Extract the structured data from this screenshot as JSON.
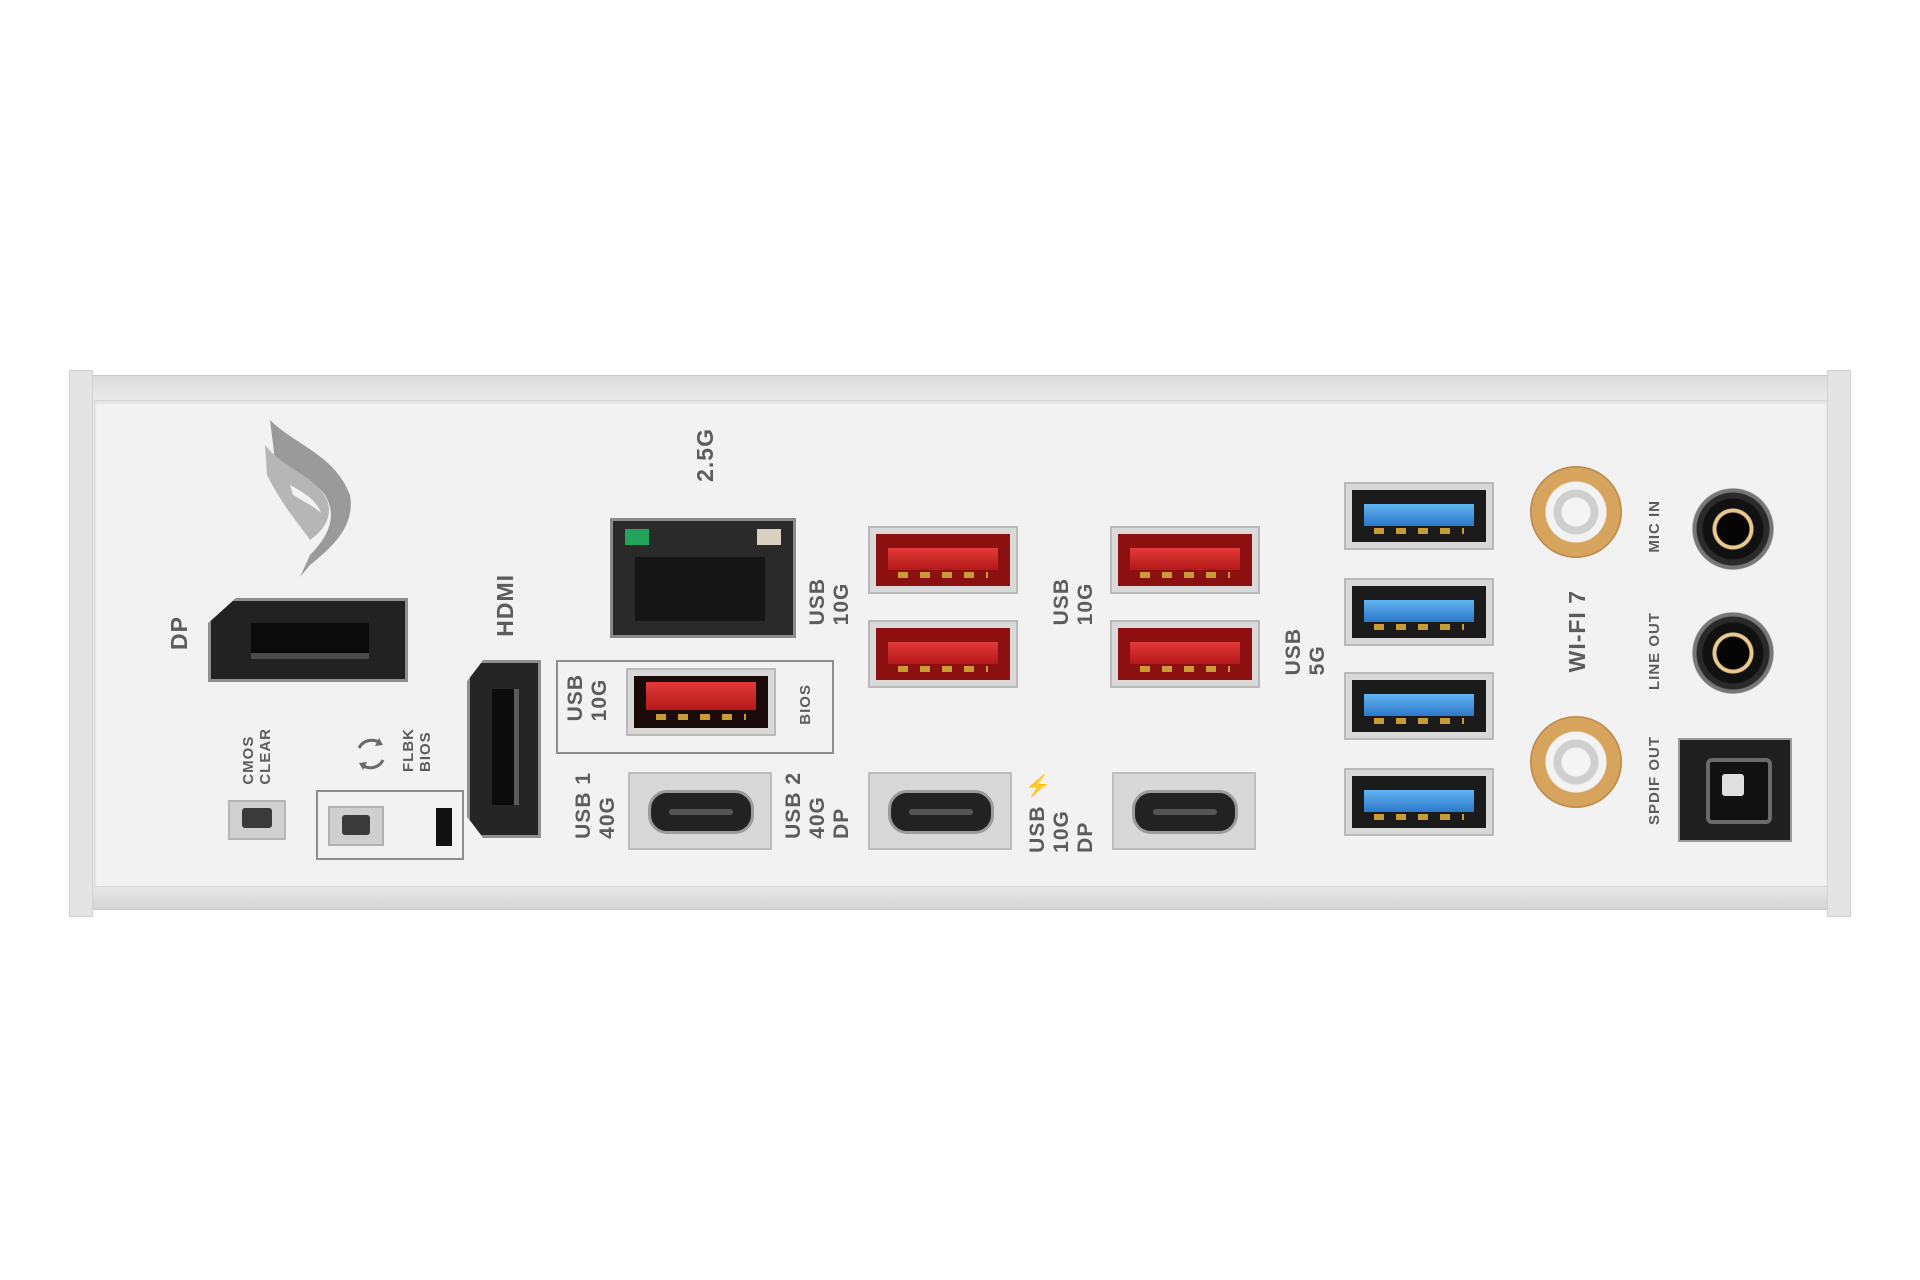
{
  "labels": {
    "dp": "DP",
    "hdmi": "HDMI",
    "lan": "2.5G",
    "clear_cmos_1": "CLEAR",
    "clear_cmos_2": "CMOS",
    "bios_flbk_1": "BIOS",
    "bios_flbk_2": "FLBK",
    "usb10g_box_1": "10G",
    "usb10g_box_2": "USB",
    "bios": "BIOS",
    "usb_red_1_a": "10G",
    "usb_red_1_b": "USB",
    "usb_red_2_a": "10G",
    "usb_red_2_b": "USB",
    "usb_5g_a": "5G",
    "usb_5g_b": "USB",
    "typec1_a": "40G",
    "typec1_b": "USB 1",
    "typec2_a": "DP",
    "typec2_b": "40G",
    "typec2_c": "USB 2",
    "typec3_a": "DP",
    "typec3_b": "10G",
    "typec3_c": "USB ⚡",
    "wifi": "WI-FI 7",
    "mic_in": "MIC IN",
    "line_out": "LINE OUT",
    "spdif_out": "SPDIF OUT"
  },
  "colors": {
    "usb_red": "#c81f1f",
    "usb_blue": "#3d8fdd",
    "label_gray": "#5c5c5c",
    "antenna_gold": "#d4a15a"
  },
  "icons": {
    "logo": "rog-eye-logo",
    "flashback": "circular-arrows-icon"
  }
}
